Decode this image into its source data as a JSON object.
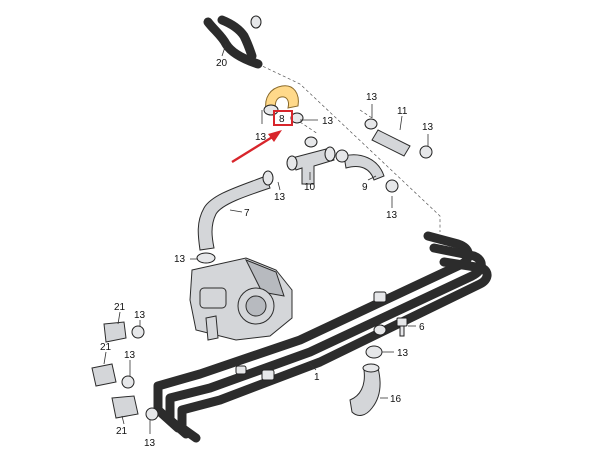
{
  "diagram": {
    "highlight_color": "#ffd98a",
    "highlight_frame_color": "#d8252b",
    "arrow_color": "#d8252b",
    "part_color": "#d4d6d9",
    "outline_color": "#2c2c2c",
    "labels": {
      "p20": "20",
      "p8": "8",
      "p13a": "13",
      "p13b": "13",
      "p13c": "13",
      "p13d": "13",
      "p11": "11",
      "p13e": "13",
      "p10": "10",
      "p9": "9",
      "p13f": "13",
      "p13g": "13",
      "p7": "7",
      "p13h": "13",
      "p21a": "21",
      "p13i": "13",
      "p21b": "21",
      "p13j": "13",
      "p13k": "13",
      "p21c": "21",
      "p13l": "13",
      "p6": "6",
      "p13m": "13",
      "p1": "1",
      "p16": "16"
    }
  }
}
